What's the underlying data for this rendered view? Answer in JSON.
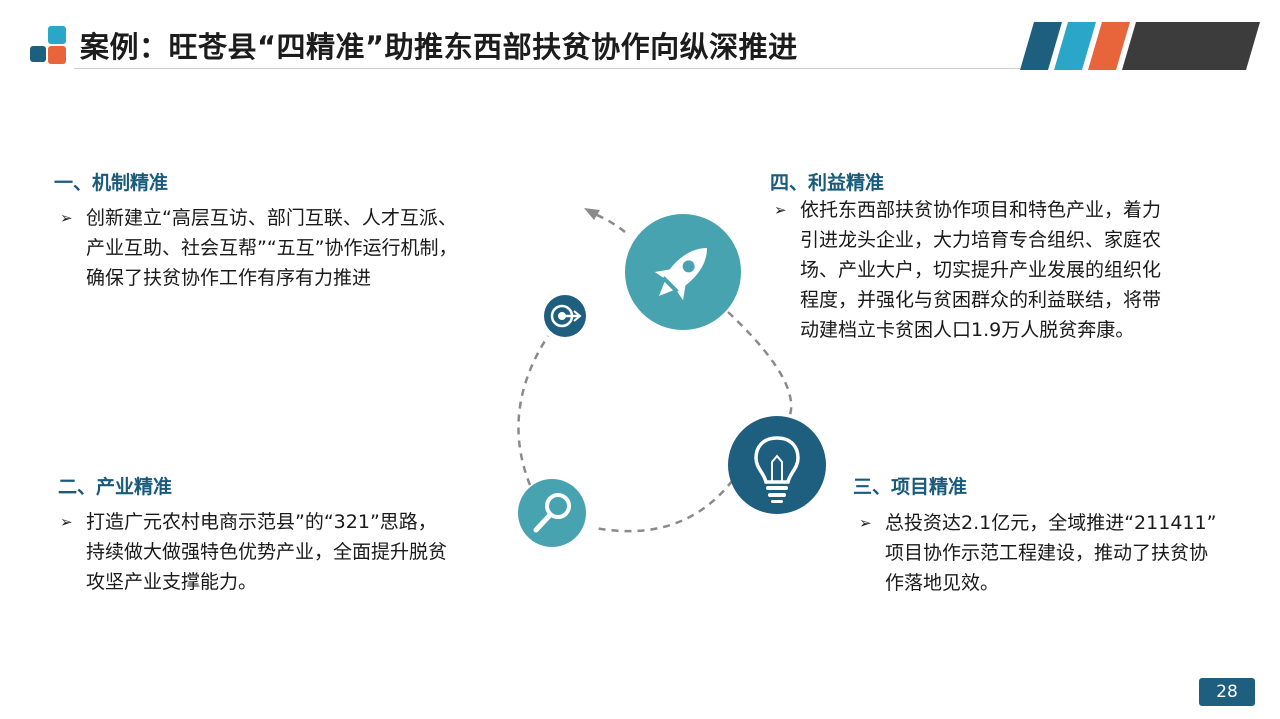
{
  "header": {
    "title": "案例：旺苍县“四精准”助推东西部扶贫协作向纵深推进",
    "colors": {
      "dark_teal": "#1e5e7e",
      "light_blue": "#2aa6c8",
      "orange": "#e8643a",
      "dark_gray": "#3c3c3c"
    }
  },
  "sections": {
    "mechanism": {
      "heading": "一、机制精准",
      "lines": [
        "创新建立“高层互访、部门互联、人才互派、",
        "产业互助、社会互帮”“五互”协作运行机制，",
        "确保了扶贫协作工作有序有力推进"
      ]
    },
    "industry": {
      "heading": "二、产业精准",
      "lines": [
        "打造广元农村电商示范县”的“321”思路，",
        "持续做大做强特色优势产业，全面提升脱贫",
        "攻坚产业支撑能力。"
      ]
    },
    "project": {
      "heading": "三、项目精准",
      "lines": [
        "总投资达2.1亿元，全域推进“211411”",
        "项目协作示范工程建设，推动了扶贫协",
        "作落地见效。"
      ]
    },
    "benefit": {
      "heading": "四、利益精准",
      "lines": [
        "依托东西部扶贫协作项目和特色产业，着力",
        "引进龙头企业，大力培育专合组织、家庭农",
        "场、产业大户，切实提升产业发展的组织化",
        "程度，并强化与贫困群众的利益联结，将带",
        "动建档立卡贫困人口1.9万人脱贫奔康。"
      ]
    }
  },
  "icons": {
    "rocket": "rocket-icon",
    "target": "target-icon",
    "search": "search-icon",
    "lightbulb": "lightbulb-icon"
  },
  "page_number": "28"
}
